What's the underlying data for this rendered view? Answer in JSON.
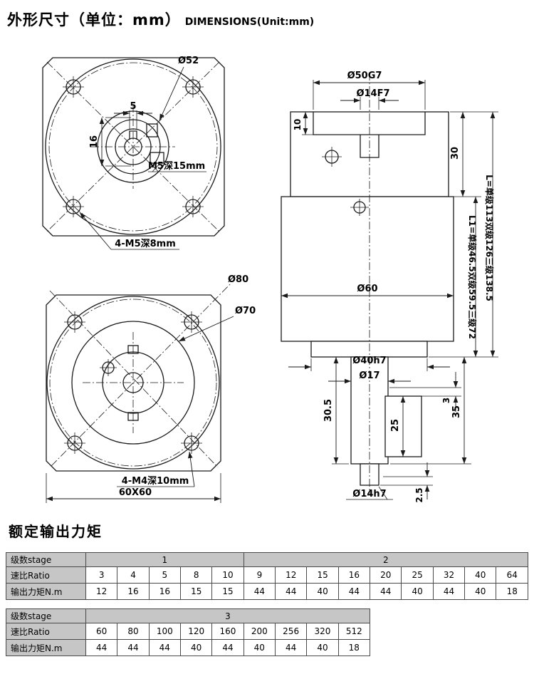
{
  "header": {
    "title_cn": "外形尺寸（单位：mm）",
    "title_en": "DIMENSIONS(Unit:mm)"
  },
  "colors": {
    "table_header_bg": "#c6c6c6",
    "line": "#1a1a1a"
  },
  "drawing": {
    "front_view_top": {
      "dia_boss": "Ø52",
      "key_width": "5",
      "key_height": "16",
      "tap_center": "M5深15mm",
      "tap_corner": "4-M5深8mm"
    },
    "front_view_bottom": {
      "dia_outer": "Ø80",
      "dia_inner": "Ø70",
      "tap_corner": "4-M4深10mm",
      "square": "60X60"
    },
    "side_view": {
      "dia_pilot": "Ø50G7",
      "dia_bore": "Ø14F7",
      "depth_pilot": "10",
      "len_top": "30",
      "dia_body": "Ø60",
      "len_total": "L=单级113双级126三级138.5",
      "len_gearbox": "L1=单级46.5双级59.5三级72",
      "dia_spigot": "Ø40h7",
      "dia_step": "Ø17",
      "gap": "3",
      "len_output": "35",
      "len_shaft": "30.5",
      "len_key": "25",
      "chamfer": "2.5",
      "dia_shaft": "Ø14h7"
    }
  },
  "torque_section": {
    "title": "额定输出力矩",
    "row_labels": {
      "stage": "级数stage",
      "ratio": "速比Ratio",
      "torque": "输出力矩N.m"
    },
    "table1": {
      "stage_groups": [
        {
          "label": "1"
        },
        {
          "label": "2"
        }
      ],
      "ratios": [
        "3",
        "4",
        "5",
        "8",
        "10",
        "9",
        "12",
        "15",
        "16",
        "20",
        "25",
        "32",
        "40",
        "64"
      ],
      "torques": [
        "12",
        "16",
        "16",
        "15",
        "15",
        "44",
        "44",
        "40",
        "44",
        "44",
        "40",
        "44",
        "40",
        "18"
      ]
    },
    "table2": {
      "stage_groups": [
        {
          "label": "3"
        }
      ],
      "ratios": [
        "60",
        "80",
        "100",
        "120",
        "160",
        "200",
        "256",
        "320",
        "512"
      ],
      "torques": [
        "44",
        "44",
        "44",
        "40",
        "44",
        "40",
        "44",
        "40",
        "18"
      ]
    }
  }
}
